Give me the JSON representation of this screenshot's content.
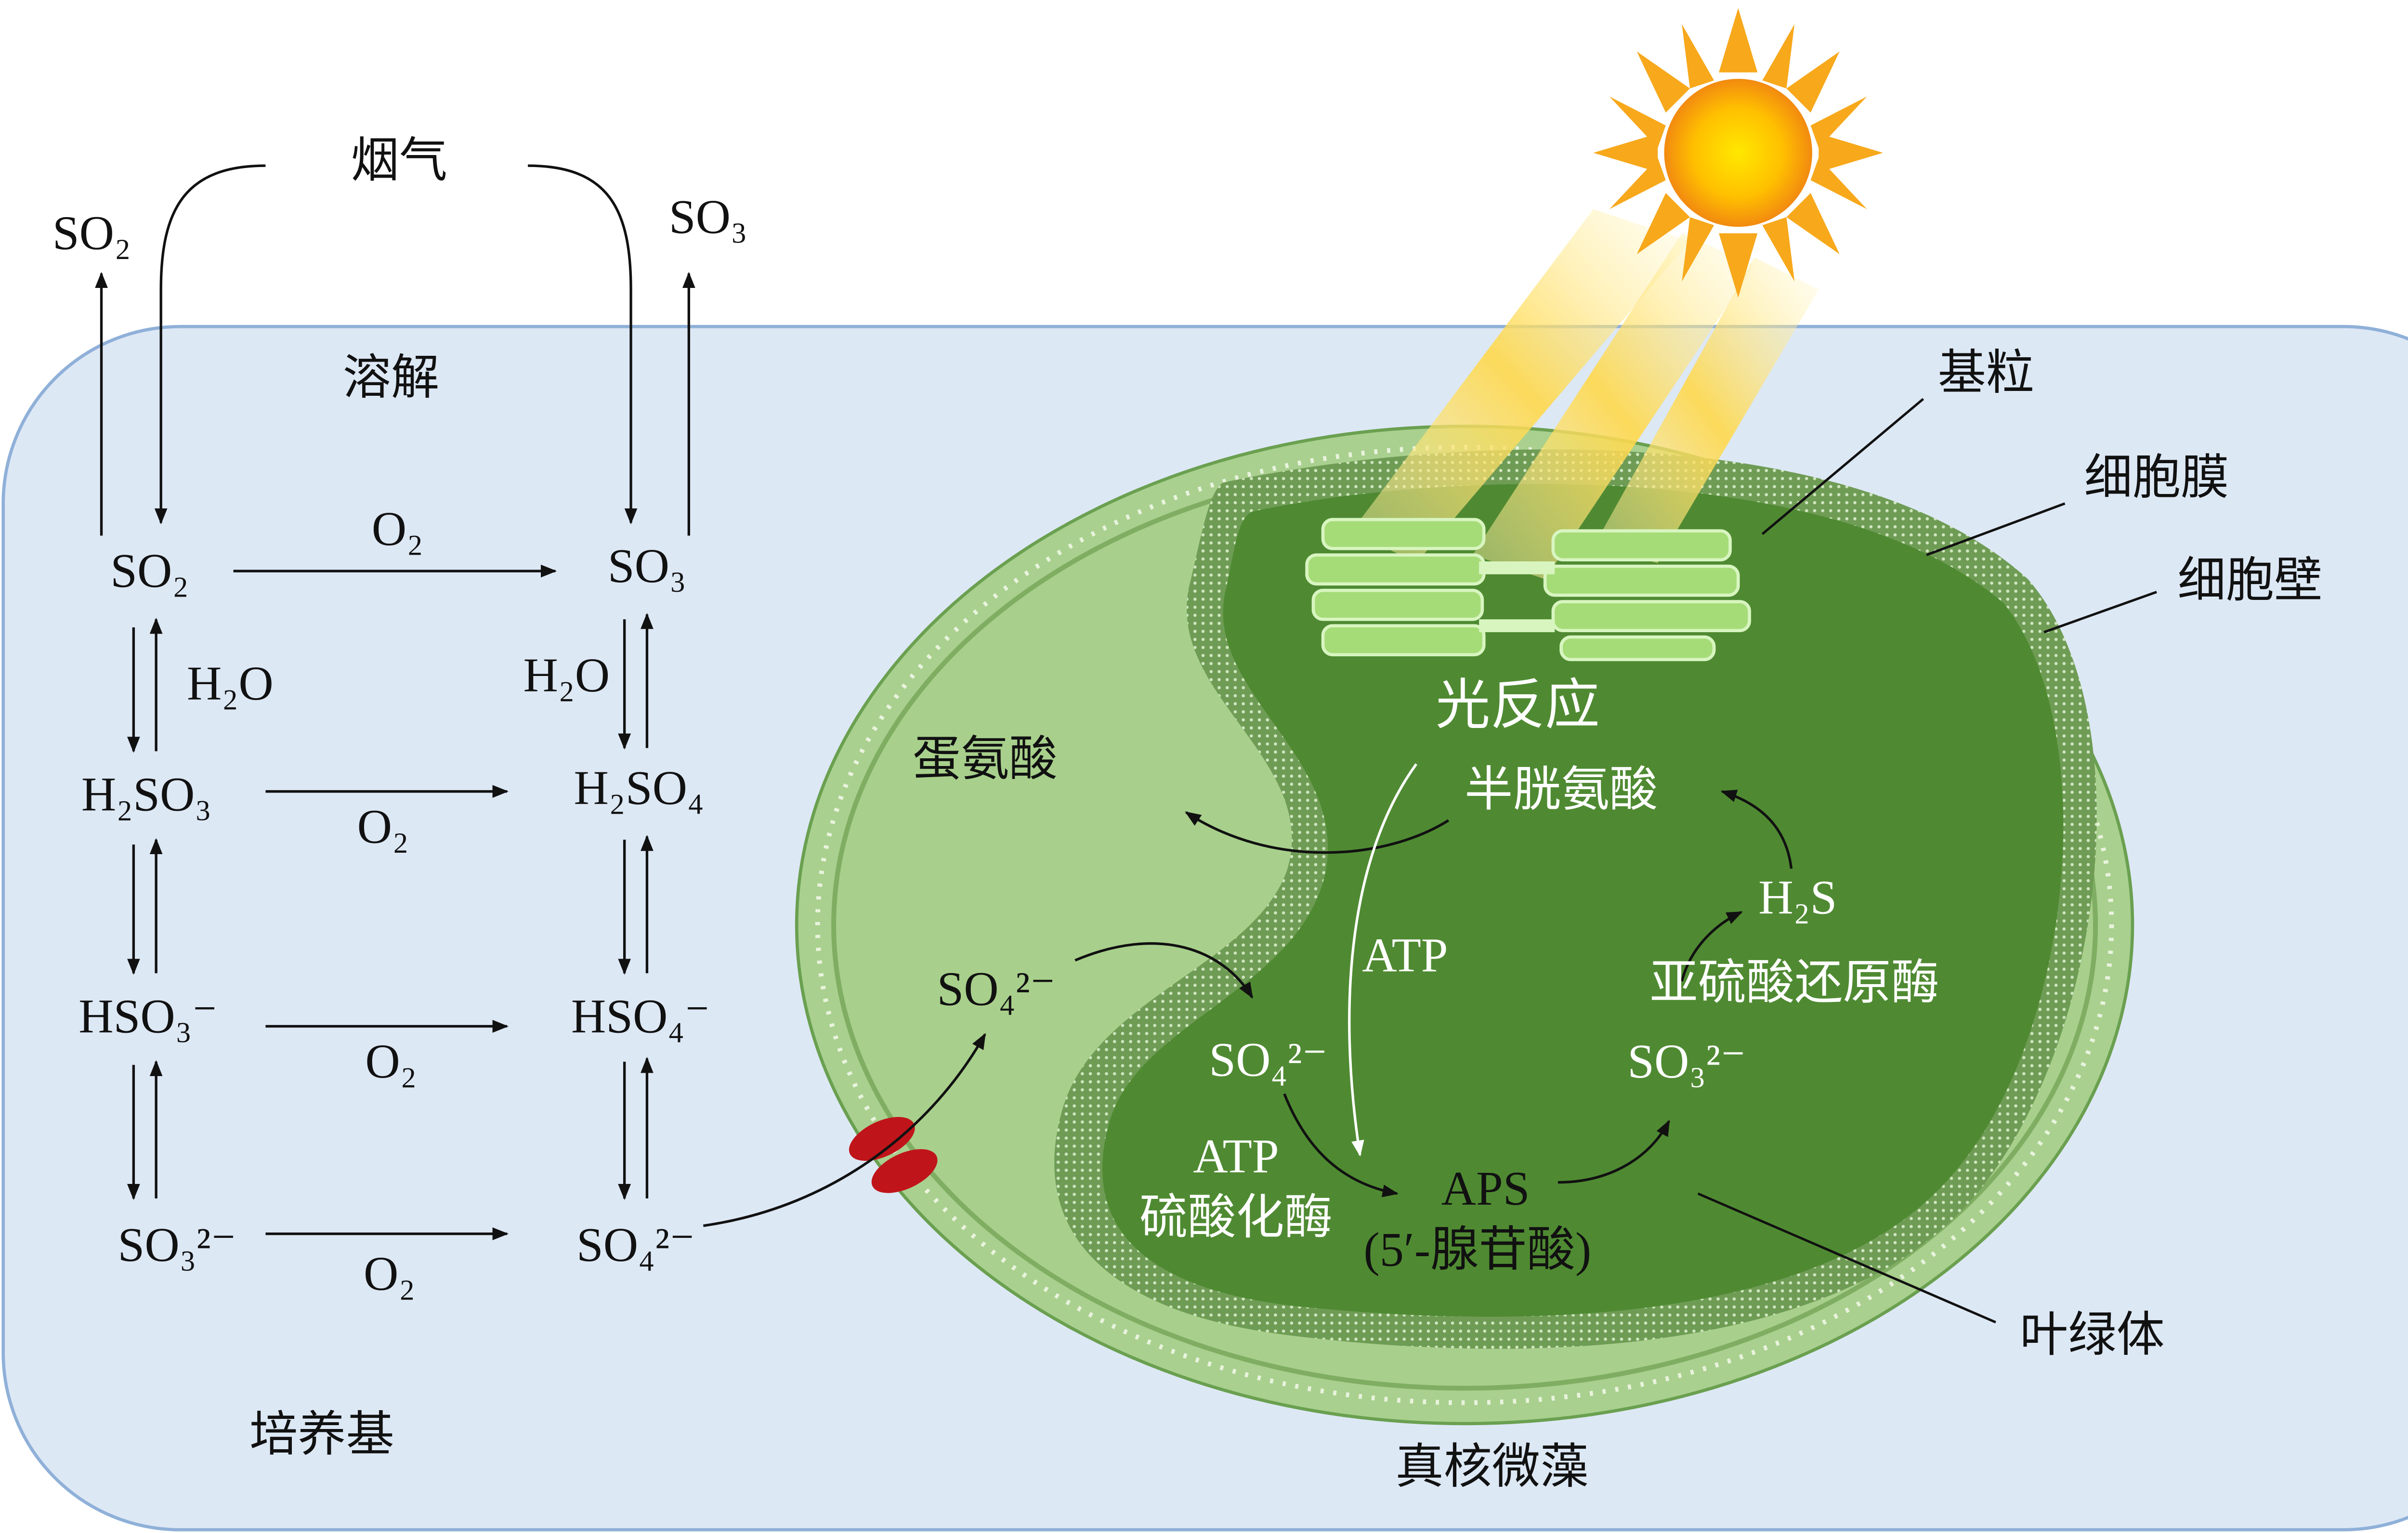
{
  "colors": {
    "medium": "#dde8f5",
    "cell": "#a9d08e",
    "chloroplast": "#4f8a32",
    "sun": "#f7a81b",
    "transporter": "#c0141b"
  },
  "outside": {
    "flue_gas": "烟气",
    "so2_top": "SO₂",
    "so3_top": "SO₃",
    "dissolve": "溶解",
    "so2": "SO₂",
    "so3": "SO₃",
    "o2_1": "O₂",
    "h2o_left": "H₂O",
    "h2o_right": "H₂O",
    "h2so3": "H₂SO₃",
    "h2so4": "H₂SO₄",
    "o2_2": "O₂",
    "hso3": "HSO₃⁻",
    "hso4": "HSO₄⁻",
    "o2_3": "O₂",
    "so3_2": "SO₃²⁻",
    "so4_2": "SO₄²⁻",
    "o2_4": "O₂",
    "medium": "培养基"
  },
  "cell": {
    "title": "真核微藻",
    "methionine": "蛋氨酸",
    "light_reaction": "光反应",
    "cysteine": "半胱氨酸",
    "atp_1": "ATP",
    "h2s": "H₂S",
    "sulfite_reductase": "亚硫酸还原酶",
    "so3_in": "SO₃²⁻",
    "so4_cyto": "SO₄²⁻",
    "so4_chloro": "SO₄²⁻",
    "atp_2": "ATP",
    "sulfurylase": "硫酸化酶",
    "aps": "APS",
    "aps_name": "(5′-腺苷酸)"
  },
  "labels": {
    "grana": "基粒",
    "membrane": "细胞膜",
    "wall": "细胞壁",
    "chloroplast": "叶绿体"
  }
}
